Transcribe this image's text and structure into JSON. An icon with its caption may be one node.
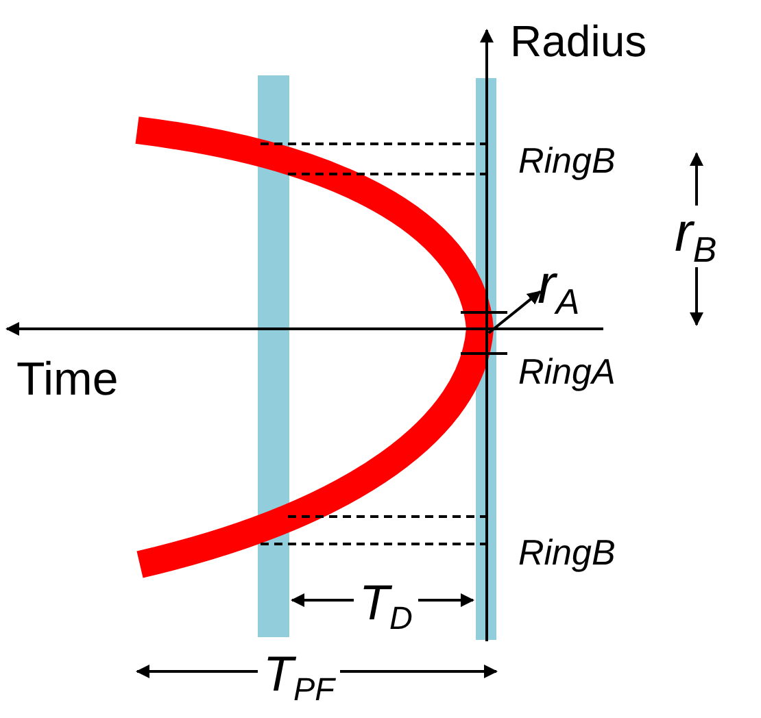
{
  "diagram": {
    "nodes": [
      {
        "text": [],
        "shape": "bar"
      },
      {
        "text": [
          "r$_{A}$"
        ]
      }
    ],
    "edges": [
      {
        "from": 0,
        "to": 1,
        "arrow": "to"
      }
    ],
    "labels": [
      "Radius",
      "RingB",
      "r$_{B}$",
      "Time",
      "RingA",
      "RingB",
      "T$_{D}$",
      "T$_{PF}$"
    ]
  }
}
